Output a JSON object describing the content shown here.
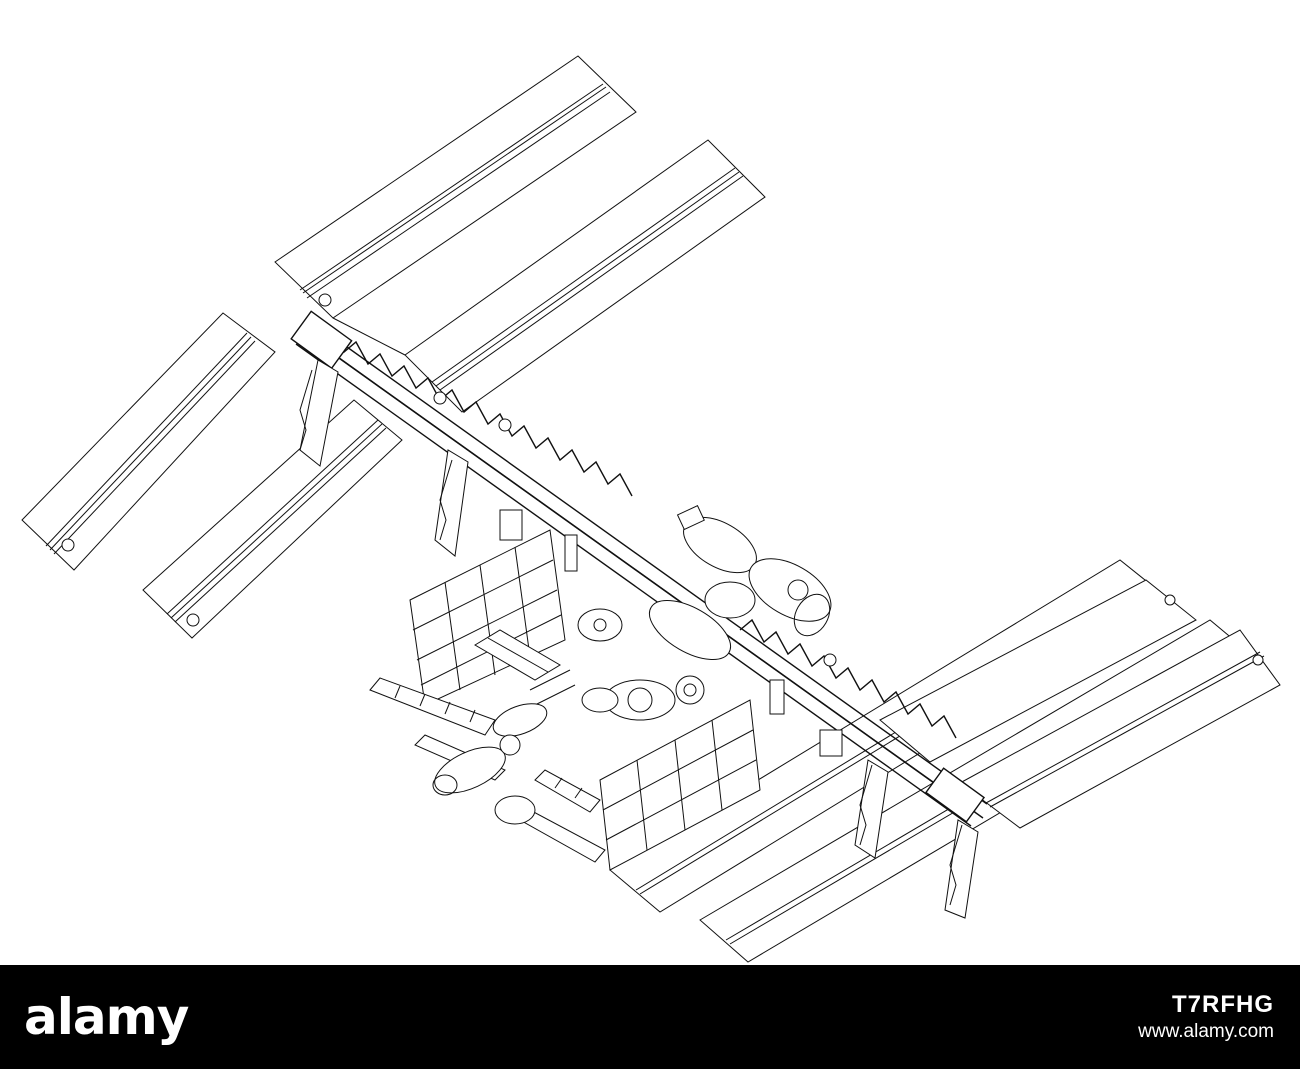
{
  "watermark": {
    "brand": "alamy",
    "image_id": "T7RFHG",
    "site": "www.alamy.com"
  },
  "drawing": {
    "subject": "International Space Station wireframe",
    "stroke_color": "#111111",
    "background": "#ffffff"
  },
  "footer": {
    "background": "#000000",
    "text_color": "#ffffff"
  }
}
